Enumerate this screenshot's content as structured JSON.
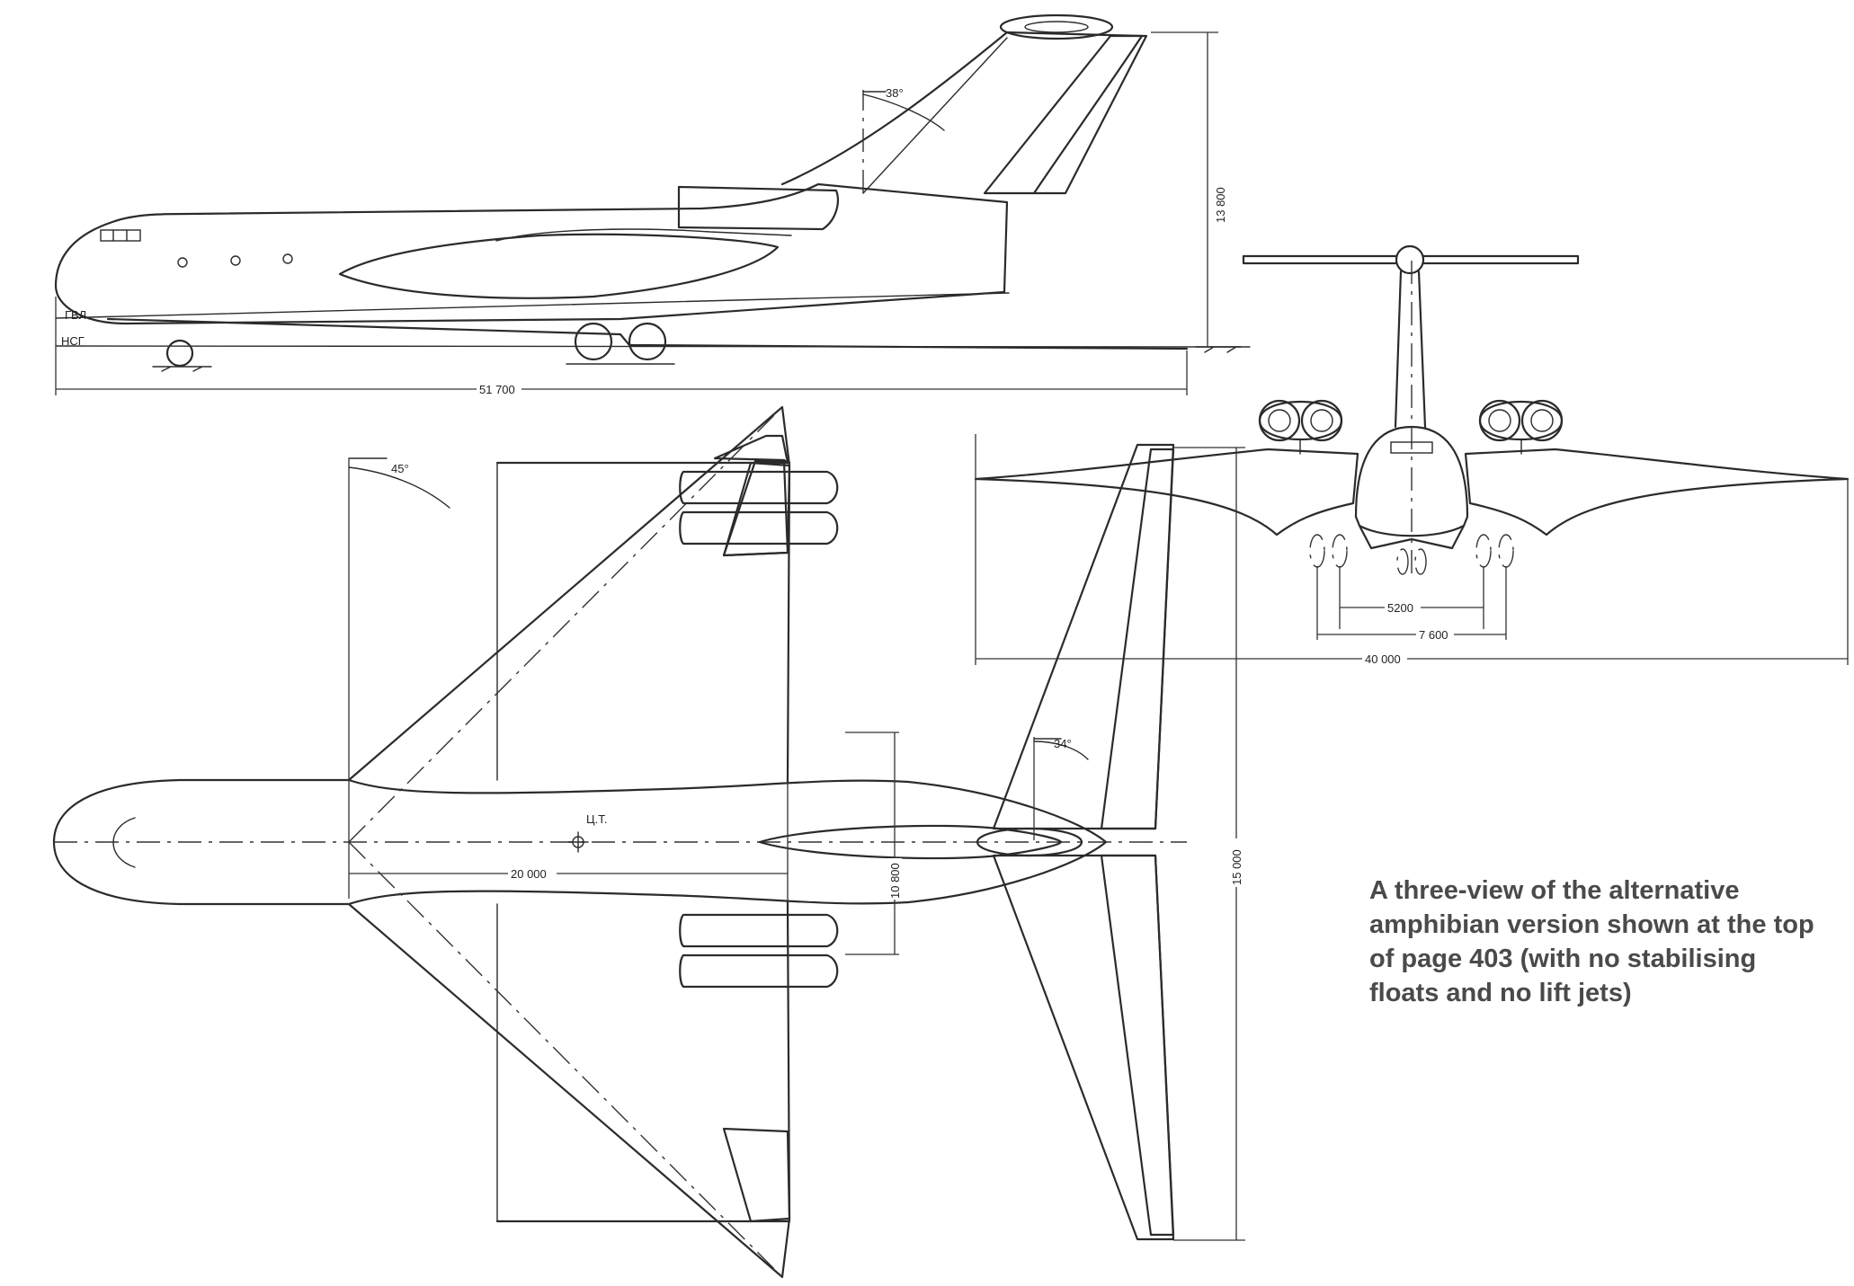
{
  "caption": {
    "lines": [
      "A three-view of the alternative",
      "amphibian version shown at the top",
      "of page 403 (with no stabilising",
      "floats and no lift jets)"
    ]
  },
  "side_view": {
    "length": "51 700",
    "height": "13 800",
    "fin_sweep": "38°",
    "waterline_label": "ГВЛ",
    "ground_label": "НСГ"
  },
  "front_view": {
    "span": "40 000",
    "track_outer": "7 600",
    "track_inner": "5200"
  },
  "plan_view": {
    "wing_sweep": "45°",
    "tail_sweep": "34°",
    "dim_length": "20 000",
    "dim_engine": "10 800",
    "tail_span": "15 000",
    "cg_label": "Ц.Т."
  }
}
